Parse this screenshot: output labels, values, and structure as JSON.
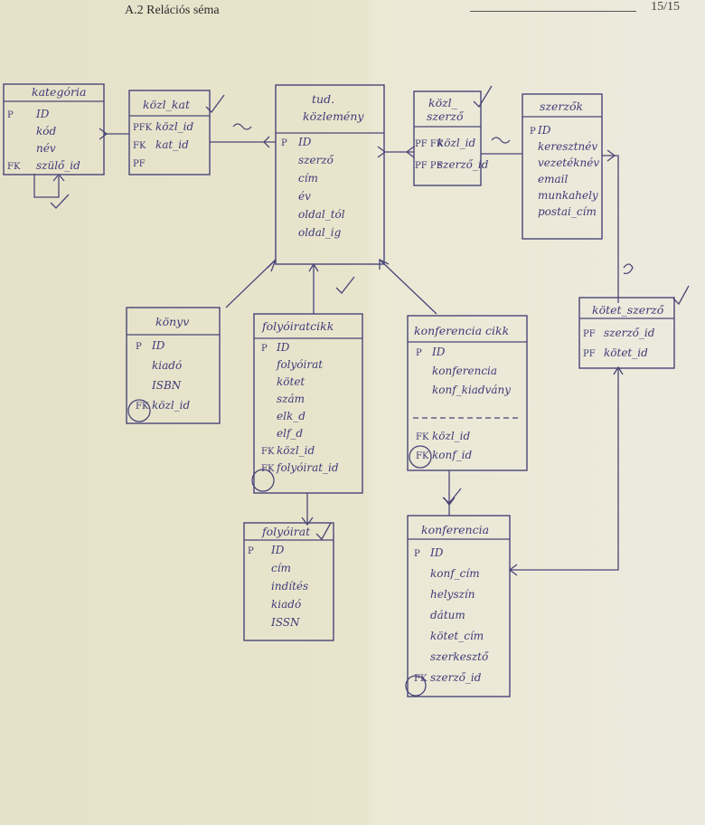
{
  "page": {
    "header": "A.2 Relációs séma",
    "page_number": "15/15"
  },
  "entities": {
    "kategoria": {
      "name": "kategória",
      "attrs": [
        {
          "key": "P",
          "name": "ID"
        },
        {
          "key": "",
          "name": "kód"
        },
        {
          "key": "",
          "name": "név"
        },
        {
          "key": "FK",
          "name": "szülő_id"
        }
      ]
    },
    "kozl_kat": {
      "name": "közl_kat",
      "attrs": [
        {
          "key": "PFK",
          "name": "közl_id"
        },
        {
          "key": "FK",
          "name": "kat_id"
        },
        {
          "key": "PF",
          "name": ""
        }
      ]
    },
    "tud_kozlemeny": {
      "name_line1": "tud.",
      "name_line2": "közlemény",
      "attrs": [
        {
          "key": "P",
          "name": "ID"
        },
        {
          "key": "",
          "name": "szerző"
        },
        {
          "key": "",
          "name": "cím"
        },
        {
          "key": "",
          "name": "év"
        },
        {
          "key": "",
          "name": "oldal_tól"
        },
        {
          "key": "",
          "name": "oldal_ig"
        }
      ]
    },
    "kozl_szerzo": {
      "name_line1": "közl_",
      "name_line2": "szerző",
      "attrs": [
        {
          "key": "PF FK",
          "name": "közl_id"
        },
        {
          "key": "PF PF",
          "name": "szerző_id"
        }
      ]
    },
    "szerzok": {
      "name": "szerzők",
      "attrs": [
        {
          "key": "P",
          "name": "ID"
        },
        {
          "key": "",
          "name": "keresztnév"
        },
        {
          "key": "",
          "name": "vezetéknév"
        },
        {
          "key": "",
          "name": "email"
        },
        {
          "key": "",
          "name": "munkahely"
        },
        {
          "key": "",
          "name": "postai_cím"
        }
      ]
    },
    "konyv": {
      "name": "könyv",
      "attrs": [
        {
          "key": "P",
          "name": "ID"
        },
        {
          "key": "",
          "name": "kiadó"
        },
        {
          "key": "",
          "name": "ISBN"
        },
        {
          "key": "FK",
          "name": "közl_id"
        }
      ]
    },
    "folyoiratcikk": {
      "name": "folyóiratcikk",
      "attrs": [
        {
          "key": "P",
          "name": "ID"
        },
        {
          "key": "",
          "name": "folyóirat"
        },
        {
          "key": "",
          "name": "kötet"
        },
        {
          "key": "",
          "name": "szám"
        },
        {
          "key": "",
          "name": "elk_d"
        },
        {
          "key": "",
          "name": "elf_d"
        },
        {
          "key": "FK",
          "name": "közl_id"
        },
        {
          "key": "FK",
          "name": "folyóirat_id"
        }
      ]
    },
    "konferenciacikk": {
      "name": "konferencia cikk",
      "attrs": [
        {
          "key": "P",
          "name": "ID"
        },
        {
          "key": "",
          "name": "konferencia"
        },
        {
          "key": "",
          "name": "konf_kiadvány"
        },
        {
          "key": "FK",
          "name": "közl_id"
        },
        {
          "key": "FK",
          "name": "konf_id"
        }
      ]
    },
    "kotet_szerzo": {
      "name": "kötet_szerző",
      "attrs": [
        {
          "key": "PF",
          "name": "szerző_id"
        },
        {
          "key": "PF",
          "name": "kötet_id"
        }
      ]
    },
    "folyoirat": {
      "name": "folyóirat",
      "attrs": [
        {
          "key": "P",
          "name": "ID"
        },
        {
          "key": "",
          "name": "cím"
        },
        {
          "key": "",
          "name": "indítés"
        },
        {
          "key": "",
          "name": "kiadó"
        },
        {
          "key": "",
          "name": "ISSN"
        }
      ]
    },
    "konferencia": {
      "name": "konferencia",
      "attrs": [
        {
          "key": "P",
          "name": "ID"
        },
        {
          "key": "",
          "name": "konf_cím"
        },
        {
          "key": "",
          "name": "helyszín"
        },
        {
          "key": "",
          "name": "dátum"
        },
        {
          "key": "",
          "name": "kötet_cím"
        },
        {
          "key": "",
          "name": "szerkesztő"
        },
        {
          "key": "FK",
          "name": "szerző_id"
        }
      ]
    }
  },
  "colors": {
    "paper": "#e8e4cc",
    "ink": "#3f3a78"
  }
}
